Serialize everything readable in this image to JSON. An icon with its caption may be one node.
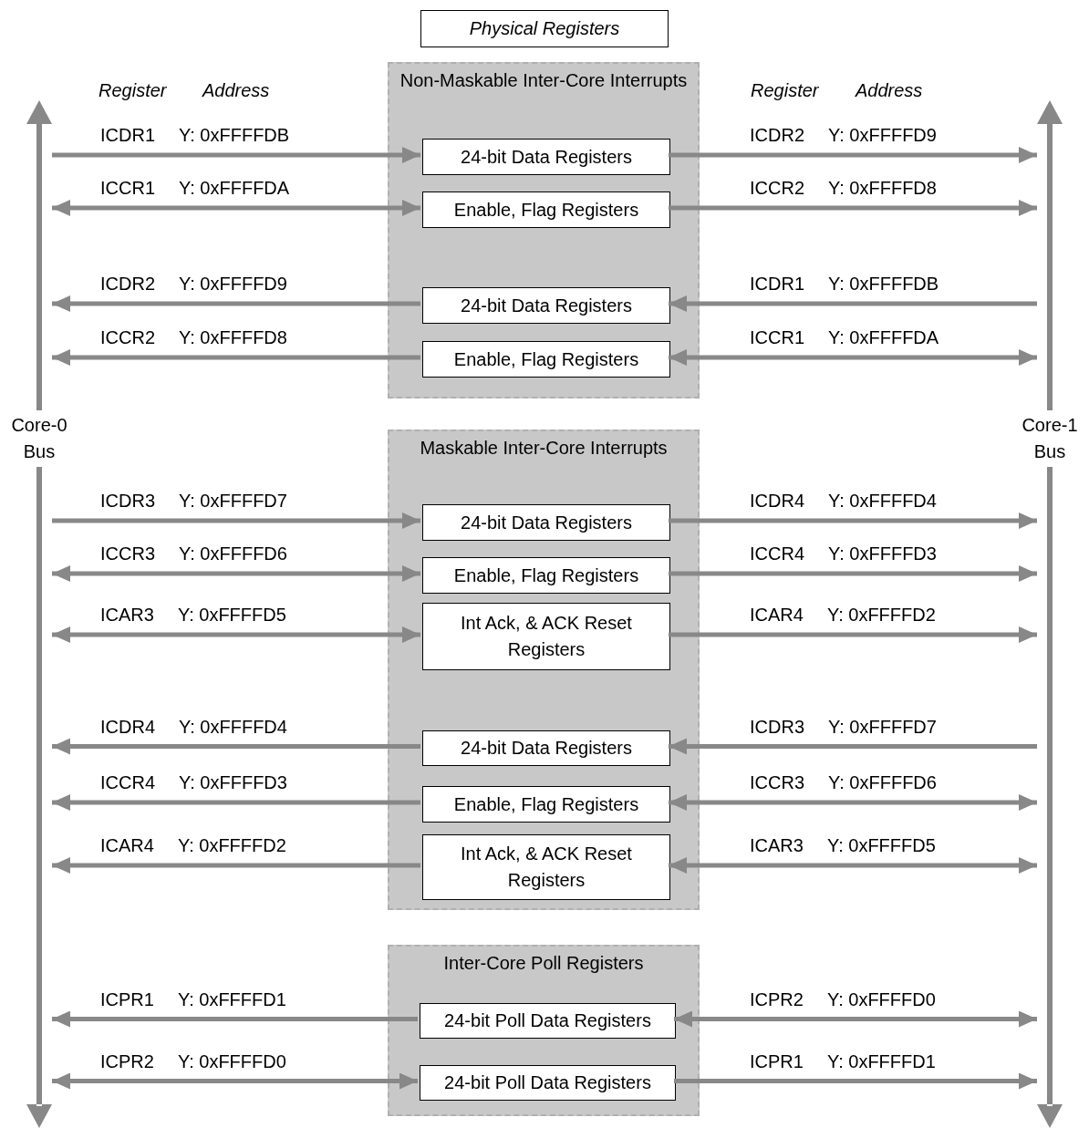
{
  "diagram": {
    "nodes": [
      {
        "text": [
          "Physical Registers"
        ]
      },
      {
        "text": [
          "Non-Maskable Inter-Core Interrupts"
        ]
      },
      {
        "text": [
          "24-bit Data Registers"
        ],
        "in": 1
      },
      {
        "text": [
          "Enable, Flag Registers"
        ],
        "in": 1
      },
      {
        "text": [
          "24-bit Data Registers"
        ],
        "in": 1
      },
      {
        "text": [
          "Enable, Flag Registers"
        ],
        "in": 1
      },
      {
        "text": [
          "Maskable Inter-Core Interrupts"
        ]
      },
      {
        "text": [
          "24-bit Data Registers"
        ],
        "in": 6
      },
      {
        "text": [
          "Enable, Flag Registers"
        ],
        "in": 6
      },
      {
        "text": [
          "Int Ack, & ACK Reset Registers"
        ],
        "in": 6
      },
      {
        "text": [
          "24-bit Data Registers"
        ],
        "in": 6
      },
      {
        "text": [
          "Enable, Flag Registers"
        ],
        "in": 6
      },
      {
        "text": [
          "Int Ack, & ACK Reset Registers"
        ],
        "in": 6
      },
      {
        "text": [
          "Inter-Core Poll Registers"
        ]
      },
      {
        "text": [
          "24-bit Poll Data Registers"
        ],
        "in": 13
      },
      {
        "text": [
          "24-bit Poll Data Registers"
        ],
        "in": 13
      },
      {
        "text": [
          "Core-0 Bus"
        ]
      },
      {
        "text": [
          "Core-1 Bus"
        ]
      }
    ],
    "edges": [
      {
        "from": 16,
        "to": 2,
        "arrow": "to",
        "label": "ICDR1 Y: 0xFFFFDB"
      },
      {
        "from": 2,
        "to": 17,
        "arrow": "to",
        "label": "ICDR2 Y: 0xFFFFD9"
      },
      {
        "from": 16,
        "to": 3,
        "arrow": "both",
        "label": "ICCR1 Y: 0xFFFFDA"
      },
      {
        "from": 3,
        "to": 17,
        "arrow": "to",
        "label": "ICCR2 Y: 0xFFFFD8"
      },
      {
        "from": 4,
        "to": 16,
        "arrow": "to",
        "label": "ICDR2 Y: 0xFFFFD9"
      },
      {
        "from": 17,
        "to": 4,
        "arrow": "to",
        "label": "ICDR1 Y: 0xFFFFDB"
      },
      {
        "from": 5,
        "to": 16,
        "arrow": "to",
        "label": "ICCR2 Y: 0xFFFFD8"
      },
      {
        "from": 17,
        "to": 5,
        "arrow": "both",
        "label": "ICCR1 Y: 0xFFFFDA"
      },
      {
        "from": 16,
        "to": 7,
        "arrow": "to",
        "label": "ICDR3 Y: 0xFFFFD7"
      },
      {
        "from": 7,
        "to": 17,
        "arrow": "to",
        "label": "ICDR4 Y: 0xFFFFD4"
      },
      {
        "from": 16,
        "to": 8,
        "arrow": "both",
        "label": "ICCR3 Y: 0xFFFFD6"
      },
      {
        "from": 8,
        "to": 17,
        "arrow": "to",
        "label": "ICCR4 Y: 0xFFFFD3"
      },
      {
        "from": 16,
        "to": 9,
        "arrow": "both",
        "label": "ICAR3 Y: 0xFFFFD5"
      },
      {
        "from": 9,
        "to": 17,
        "arrow": "to",
        "label": "ICAR4 Y: 0xFFFFD2"
      },
      {
        "from": 10,
        "to": 16,
        "arrow": "to",
        "label": "ICDR4 Y: 0xFFFFD4"
      },
      {
        "from": 17,
        "to": 10,
        "arrow": "to",
        "label": "ICDR3 Y: 0xFFFFD7"
      },
      {
        "from": 11,
        "to": 16,
        "arrow": "to",
        "label": "ICCR4 Y: 0xFFFFD3"
      },
      {
        "from": 17,
        "to": 11,
        "arrow": "both",
        "label": "ICCR3 Y: 0xFFFFD6"
      },
      {
        "from": 12,
        "to": 16,
        "arrow": "to",
        "label": "ICAR4 Y: 0xFFFFD2"
      },
      {
        "from": 17,
        "to": 12,
        "arrow": "both",
        "label": "ICAR3 Y: 0xFFFFD5"
      },
      {
        "from": 14,
        "to": 16,
        "arrow": "to",
        "label": "ICPR1 Y: 0xFFFFD1"
      },
      {
        "from": 17,
        "to": 14,
        "arrow": "both",
        "label": "ICPR2 Y: 0xFFFFD0"
      },
      {
        "from": 16,
        "to": 15,
        "arrow": "both",
        "label": "ICPR2 Y: 0xFFFFD0"
      },
      {
        "from": 15,
        "to": 17,
        "arrow": "to",
        "label": "ICPR1 Y: 0xFFFFD1"
      }
    ],
    "labels": [
      "Register",
      "Address",
      "Register",
      "Address"
    ]
  }
}
